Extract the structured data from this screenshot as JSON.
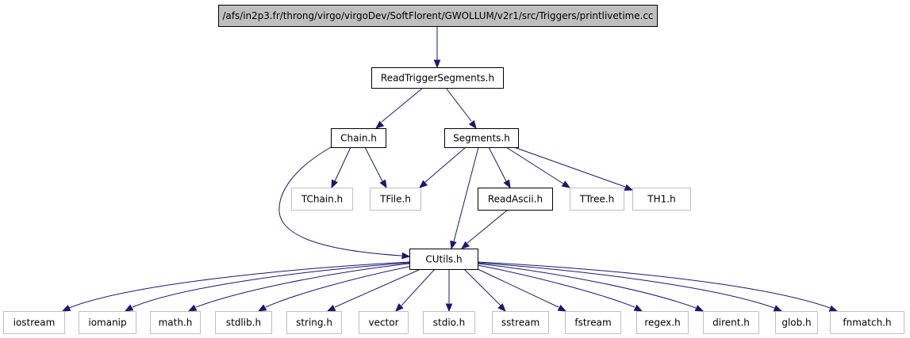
{
  "diagram": {
    "title": "/afs/in2p3.fr/throng/virgo/virgoDev/SoftFlorent/GWOLLUM/v2r1/src/Triggers/printlivetime.cc",
    "colors": {
      "edge": "#191970",
      "root_fill": "#bfbfbf",
      "local_border": "#000000",
      "external_border": "#bfbfbf"
    },
    "nodes": {
      "root": "/afs/in2p3.fr/throng/virgo/virgoDev/SoftFlorent/GWOLLUM/v2r1/src/Triggers/printlivetime.cc",
      "readtriggersegments": "ReadTriggerSegments.h",
      "chain": "Chain.h",
      "segments": "Segments.h",
      "tchain": "TChain.h",
      "tfile": "TFile.h",
      "readascii": "ReadAscii.h",
      "ttree": "TTree.h",
      "th1": "TH1.h",
      "cutils": "CUtils.h",
      "iostream": "iostream",
      "iomanip": "iomanip",
      "math": "math.h",
      "stdlib": "stdlib.h",
      "string": "string.h",
      "vector": "vector",
      "stdio": "stdio.h",
      "sstream": "sstream",
      "fstream": "fstream",
      "regex": "regex.h",
      "dirent": "dirent.h",
      "glob": "glob.h",
      "fnmatch": "fnmatch.h"
    }
  }
}
